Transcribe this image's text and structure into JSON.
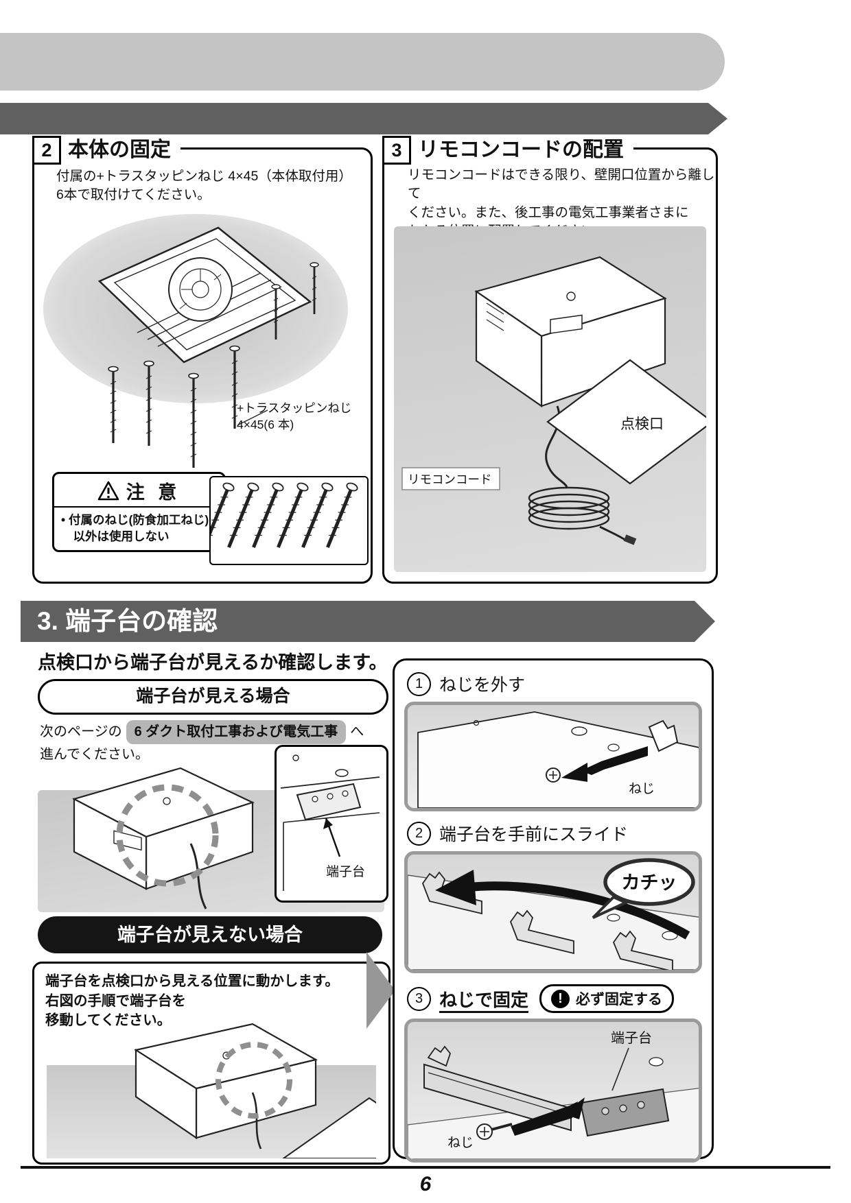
{
  "page": {
    "number": "6"
  },
  "sections": {
    "fix_body": {
      "number": "2",
      "title": "本体の固定",
      "body": "付属の+トラスタッピンねじ 4×45（本体取付用）\n6本で取付けてください。",
      "screw_callout": "+トラスタッピンねじ\n4×45(6 本)",
      "caution_title": "注 意",
      "caution_text": "• 付属のねじ(防食加工ねじ)\n　以外は使用しない"
    },
    "remote_cord": {
      "number": "3",
      "title": "リモコンコードの配置",
      "body": "リモコンコードはできる限り、壁開口位置から離して\nください。また、後工事の電気工事業者さまに\nわかる位置に配置してください。",
      "inspection_port_label": "点検口",
      "cord_label": "リモコンコード"
    },
    "terminal_check": {
      "banner": "3. 端子台の確認",
      "lead": "点検口から端子台が見えるか確認します。",
      "visible_pill": "端子台が見える場合",
      "nav_pre": "次のページの",
      "nav_link": "6 ダクト取付工事および電気工事",
      "nav_post": "へ",
      "nav_line2": "進んでください。",
      "inset_label": "端子台",
      "hidden_pill": "端子台が見えない場合",
      "hidden_body": "端子台を点検口から見える位置に動かします。\n右図の手順で端子台を\n移動してください。",
      "steps": [
        {
          "num": "1",
          "label": "ねじを外す",
          "callout": "ねじ"
        },
        {
          "num": "2",
          "label": "端子台を手前にスライド",
          "sound": "カチッ"
        },
        {
          "num": "3",
          "label": "ねじで固定",
          "note": "必ず固定する",
          "callout_a": "端子台",
          "callout_b": "ねじ"
        }
      ]
    }
  }
}
